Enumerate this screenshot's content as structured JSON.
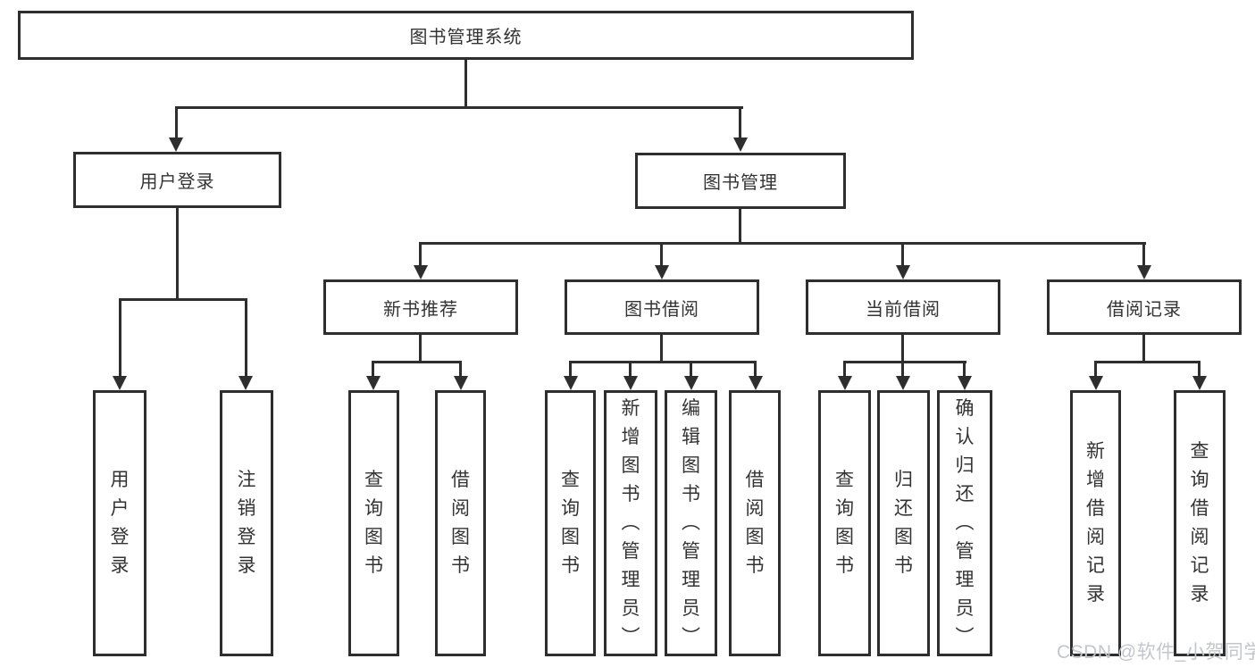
{
  "diagram": {
    "title": "图书管理系统",
    "branches": [
      {
        "label": "用户登录",
        "leaves": [
          "用户登录",
          "注销登录"
        ]
      },
      {
        "label": "图书管理",
        "sections": [
          {
            "label": "新书推荐",
            "leaves": [
              "查询图书",
              "借阅图书"
            ]
          },
          {
            "label": "图书借阅",
            "leaves": [
              "查询图书",
              "新增图书（管理员）",
              "编辑图书（管理员）",
              "借阅图书"
            ]
          },
          {
            "label": "当前借阅",
            "leaves": [
              "查询图书",
              "归还图书",
              "确认归还（管理员）"
            ]
          },
          {
            "label": "借阅记录",
            "leaves": [
              "新增借阅记录",
              "查询借阅记录"
            ]
          }
        ]
      }
    ]
  },
  "watermark": {
    "text": "CSDN @软件_小贺同学"
  },
  "colors": {
    "line": "#2e2e2e",
    "text": "#333333",
    "background": "#ffffff",
    "watermark": "#c3c6ca"
  }
}
